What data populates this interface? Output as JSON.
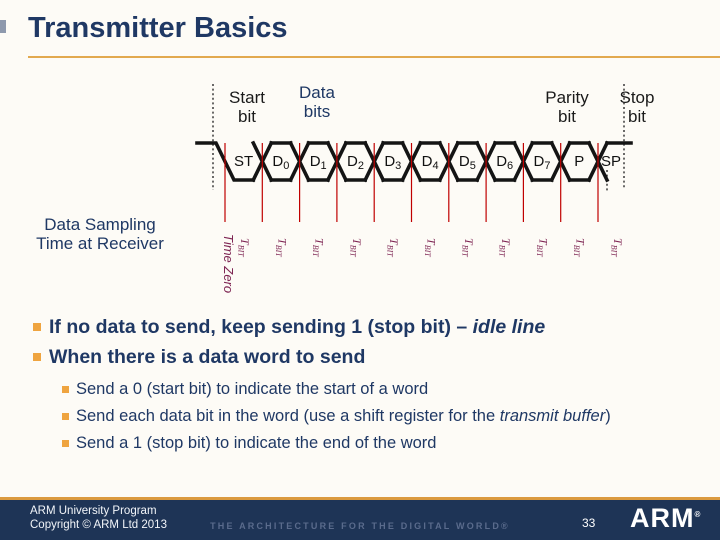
{
  "slide": {
    "title": "Transmitter Basics",
    "colors": {
      "accent_gold": "#E2A94F",
      "navy_text": "#1F3864",
      "bullet_orange": "#EFA43F",
      "sample_line_red": "#C00000",
      "sample_text_maroon": "#7E2553",
      "footer_navy": "#1E3456",
      "footer_rule_orange": "#DB9A3F"
    }
  },
  "diagram": {
    "start_bit_label": {
      "line1": "Start",
      "line2": "bit"
    },
    "data_bits_label": {
      "line1": "Data",
      "line2": "bits"
    },
    "parity_bit_label": {
      "line1": "Parity",
      "line2": "bit"
    },
    "stop_bit_label": {
      "line1": "Stop",
      "line2": "bit"
    },
    "sampling_label": {
      "line1": "Data Sampling",
      "line2": "Time at Receiver"
    },
    "time_zero_label": "Time Zero",
    "tbit": {
      "main": "T",
      "sub": "BIT"
    },
    "cells": [
      {
        "main": "ST",
        "sub": ""
      },
      {
        "main": "D",
        "sub": "0"
      },
      {
        "main": "D",
        "sub": "1"
      },
      {
        "main": "D",
        "sub": "2"
      },
      {
        "main": "D",
        "sub": "3"
      },
      {
        "main": "D",
        "sub": "4"
      },
      {
        "main": "D",
        "sub": "5"
      },
      {
        "main": "D",
        "sub": "6"
      },
      {
        "main": "D",
        "sub": "7"
      },
      {
        "main": "P",
        "sub": ""
      },
      {
        "main": "SP",
        "sub": ""
      }
    ]
  },
  "bullets": {
    "level1": [
      {
        "text": "If no data to send, keep sending 1 (stop bit) – ",
        "italic": "idle line",
        "after": ""
      },
      {
        "text": "When there is a data word to send",
        "italic": "",
        "after": ""
      }
    ],
    "level2": [
      {
        "text": "Send a 0 (start bit) to indicate the start of a word",
        "italic": "",
        "after": ""
      },
      {
        "text": "Send each data bit in the word (use a shift register for the ",
        "italic": "transmit buffer",
        "after": ")"
      },
      {
        "text": "Send a 1 (stop bit) to indicate the end of the word",
        "italic": "",
        "after": ""
      }
    ]
  },
  "footer": {
    "program": "ARM University Program",
    "copyright": "Copyright © ARM Ltd 2013",
    "tagline": "THE ARCHITECTURE FOR THE DIGITAL WORLD®",
    "page_number": "33",
    "logo_text": "ARM",
    "logo_reg": "®"
  }
}
